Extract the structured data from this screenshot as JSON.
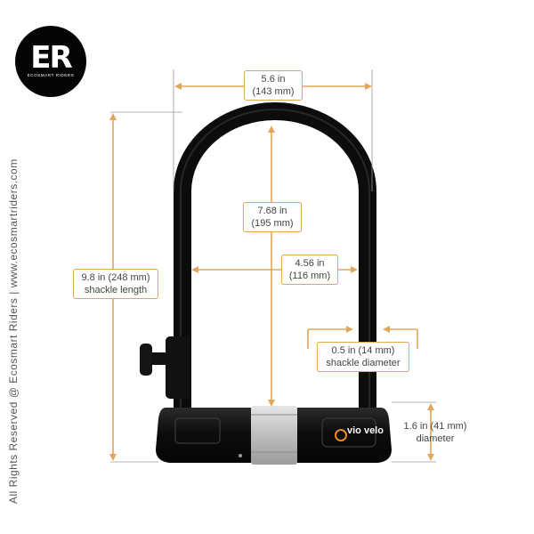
{
  "logo": {
    "mark": "ER",
    "subtitle": "ECOSMART RIDERS"
  },
  "watermark": {
    "text": "All Rights Reserved @ Ecosmart Riders | www.ecosmartriders.com"
  },
  "dimensions": {
    "width": {
      "line1": "5.6 in",
      "line2": "(143 mm)"
    },
    "inner_height": {
      "line1": "7.68 in",
      "line2": "(195 mm)"
    },
    "inner_width": {
      "line1": "4.56 in",
      "line2": "(116 mm)"
    },
    "shackle_length": {
      "line1": "9.8 in (248 mm)",
      "line2": "shackle length"
    },
    "shackle_diameter": {
      "line1": "0.5 in (14 mm)",
      "line2": "shackle diameter"
    },
    "body_diameter": {
      "line1": "1.6 in (41 mm)",
      "line2": "diameter"
    }
  },
  "product": {
    "brand": "vio velo"
  },
  "colors": {
    "accent": "#e2a65a",
    "lock_body": "#111111",
    "lock_band": "#c9c9c9"
  }
}
